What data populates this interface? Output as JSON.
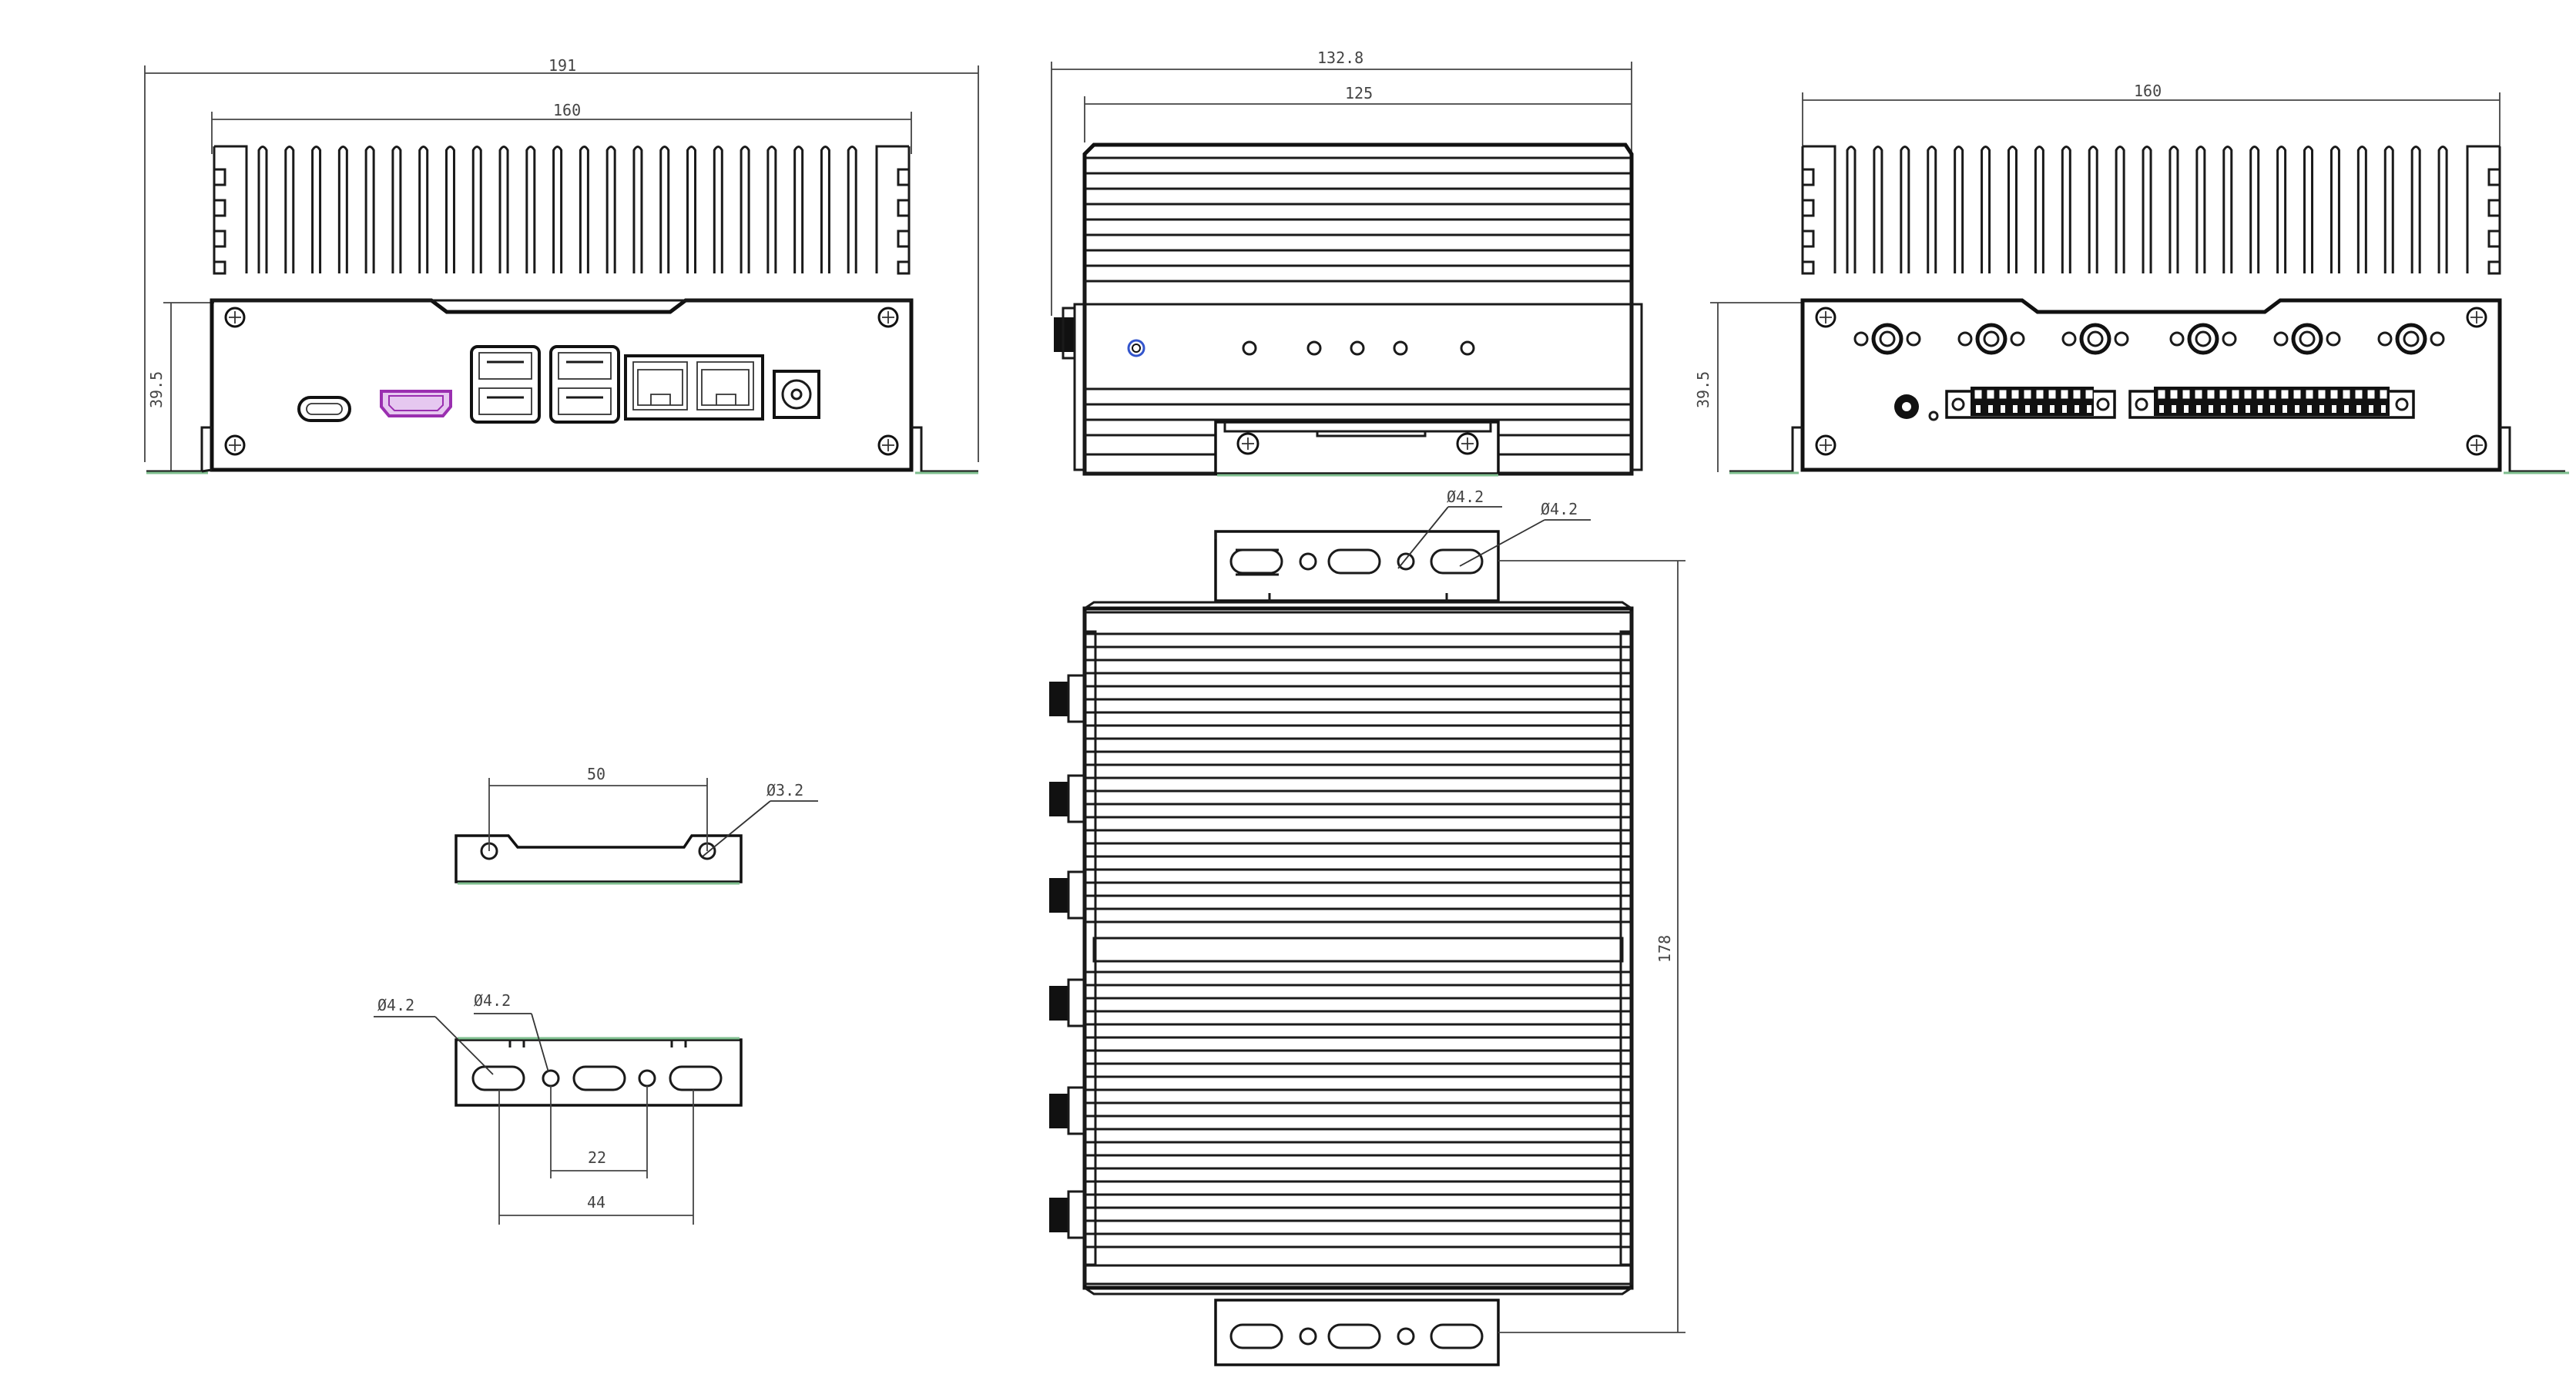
{
  "colors": {
    "line": "#111111",
    "dimension": "#444444",
    "hdmi_port": "#9a2fb0",
    "bracket_base": "#7fbf8f",
    "status_led": "#3355cc"
  },
  "front_view": {
    "dim_overall": "191",
    "dim_body": "160",
    "dim_height": "39.5"
  },
  "side_view": {
    "dim_overall": "132.8",
    "dim_body": "125"
  },
  "rear_view": {
    "dim_body": "160",
    "dim_height": "39.5"
  },
  "top_view": {
    "hole_left": "Ø4.2",
    "hole_right": "Ø4.2",
    "dim_length": "178"
  },
  "wall_bracket": {
    "hole_spacing": "50",
    "hole_dia": "Ø3.2"
  },
  "mount_bracket": {
    "hole_left": "Ø4.2",
    "hole_right": "Ø4.2",
    "dim_inner": "22",
    "dim_outer": "44"
  }
}
